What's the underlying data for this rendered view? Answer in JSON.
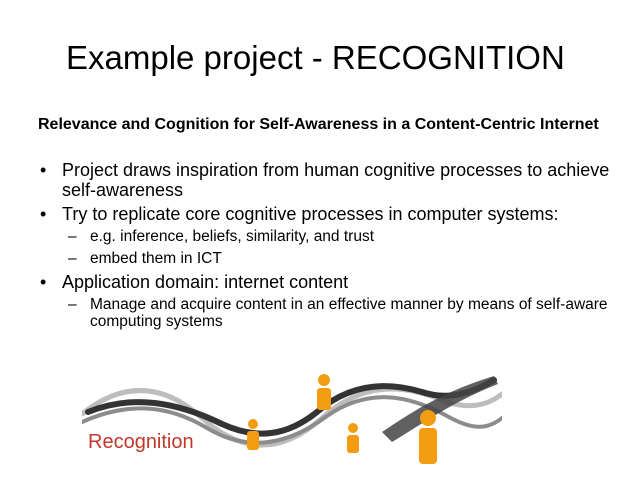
{
  "slide": {
    "title": "Example project - RECOGNITION",
    "subtitle": "Relevance and Cognition for Self-Awareness in a Content-Centric Internet",
    "bullets": [
      {
        "text": "Project draws inspiration from human cognitive processes to achieve self-awareness",
        "children": []
      },
      {
        "text": "Try to replicate core cognitive processes in computer systems:",
        "children": [
          "e.g. inference, beliefs, similarity, and trust",
          "embed them in ICT"
        ]
      },
      {
        "text": "Application domain: internet content",
        "children": [
          "Manage and acquire content in an effective manner by means of self-aware computing systems"
        ]
      }
    ],
    "bullet_glyph": "•",
    "dash_glyph": "–"
  },
  "logo": {
    "brand_text": "Recognition",
    "brand_color": "#c0392b",
    "figure_color": "#f39c12",
    "wave_colors": [
      "#333333",
      "#8c8c8c",
      "#bdbdbd"
    ]
  }
}
